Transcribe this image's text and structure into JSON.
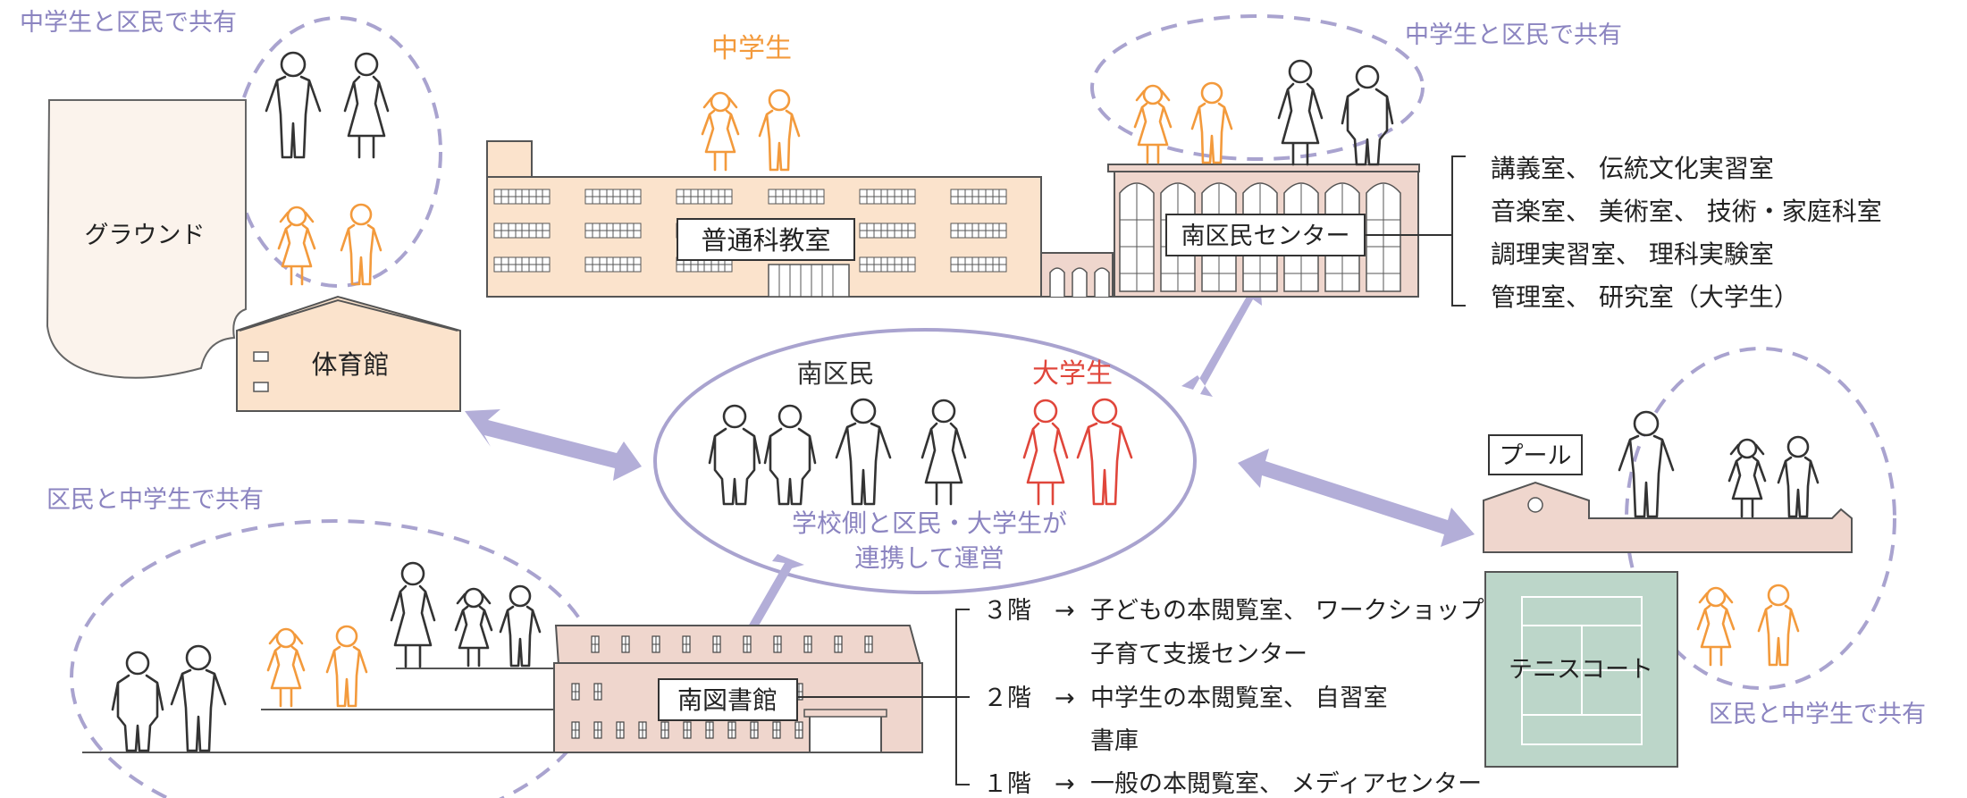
{
  "colors": {
    "purple": "#a9a3cf",
    "purple_text": "#8b84c0",
    "orange": "#f39a3c",
    "red": "#e0463b",
    "school": "#fbe3cc",
    "building_pink": "#efd6cd",
    "court_green": "#bcd6c9",
    "ground_beige": "#fbf3ec"
  },
  "share_labels": {
    "top_left": "中学生と区民で共有",
    "top_right": "中学生と区民で共有",
    "bottom_left": "区民と中学生で共有",
    "bottom_right": "区民と中学生で共有"
  },
  "buildings": {
    "ground": "グラウンド",
    "gym": "体育館",
    "classroom": "普通科教室",
    "center": "南区民センター",
    "pool": "プール",
    "tennis": "テニスコート",
    "library": "南図書館"
  },
  "groups": {
    "junior_high": "中学生",
    "residents": "南区民",
    "university": "大学生"
  },
  "center_caption": [
    "学校側と区民・大学生が",
    "連携して運営"
  ],
  "center_rooms": [
    "講義室、 伝統文化実習室",
    "音楽室、 美術室、 技術・家庭科室",
    "調理実習室、 理科実験室",
    "管理室、 研究室（大学生）"
  ],
  "library_floors": [
    {
      "floor": "３階",
      "arrow": "→",
      "rooms": "子どもの本閲覧室、 ワークショップ",
      "cont": "子育て支援センター"
    },
    {
      "floor": "２階",
      "arrow": "→",
      "rooms": "中学生の本閲覧室、 自習室",
      "cont": "書庫"
    },
    {
      "floor": "１階",
      "arrow": "→",
      "rooms": "一般の本閲覧室、 メディアセンター",
      "cont": ""
    }
  ]
}
